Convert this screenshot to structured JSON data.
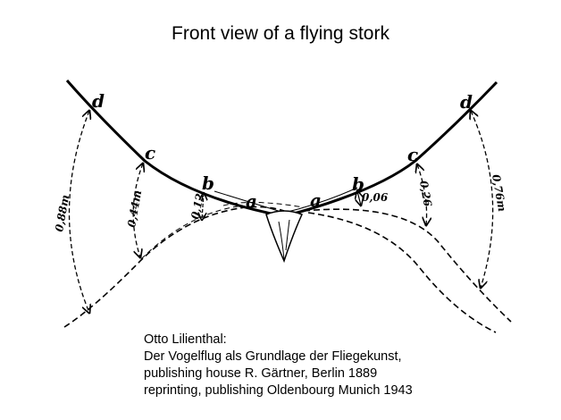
{
  "title": "Front view of a flying stork",
  "points": [
    "d",
    "c",
    "b",
    "a",
    "a",
    "b",
    "c",
    "d"
  ],
  "measurements": {
    "left_d": "0,88m",
    "left_c": "0,44m",
    "left_b": "0,12",
    "right_b": "0,06",
    "right_c": "0,26",
    "right_d": "0,76m"
  },
  "caption": [
    "Otto Lilienthal:",
    "Der Vogelflug als Grundlage der Fliegekunst,",
    "publishing house R. Gärtner, Berlin 1889",
    "reprinting, publishing Oldenbourg Munich 1943"
  ]
}
